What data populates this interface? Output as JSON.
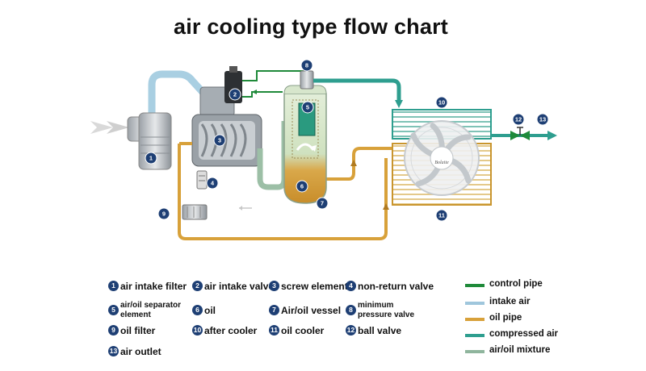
{
  "title": "air cooling type flow chart",
  "diagram": {
    "brand": "Bolaite",
    "callouts": [
      "1",
      "2",
      "3",
      "4",
      "5",
      "6",
      "7",
      "8",
      "9",
      "10",
      "11",
      "12",
      "13"
    ]
  },
  "legend": [
    {
      "num": "1",
      "label": "air intake filter"
    },
    {
      "num": "2",
      "label": "air intake valve"
    },
    {
      "num": "3",
      "label": "screw element"
    },
    {
      "num": "4",
      "label": "non-return valve"
    },
    {
      "num": "5",
      "label": "air/oil separator element"
    },
    {
      "num": "6",
      "label": "oil"
    },
    {
      "num": "7",
      "label": "Air/oil vessel"
    },
    {
      "num": "8",
      "label": "minimum pressure valve"
    },
    {
      "num": "9",
      "label": "oil filter"
    },
    {
      "num": "10",
      "label": "after cooler"
    },
    {
      "num": "11",
      "label": "oil cooler"
    },
    {
      "num": "12",
      "label": "ball valve"
    },
    {
      "num": "13",
      "label": "air outlet"
    }
  ],
  "pipes": [
    {
      "label": "control pipe",
      "color": "#1f8a3a"
    },
    {
      "label": "intake air",
      "color": "#9fc6dc"
    },
    {
      "label": "oil pipe",
      "color": "#d8a13a"
    },
    {
      "label": "compressed air",
      "color": "#2e9e8f"
    },
    {
      "label": "air/oil mixture",
      "color": "#8fb59d"
    }
  ]
}
